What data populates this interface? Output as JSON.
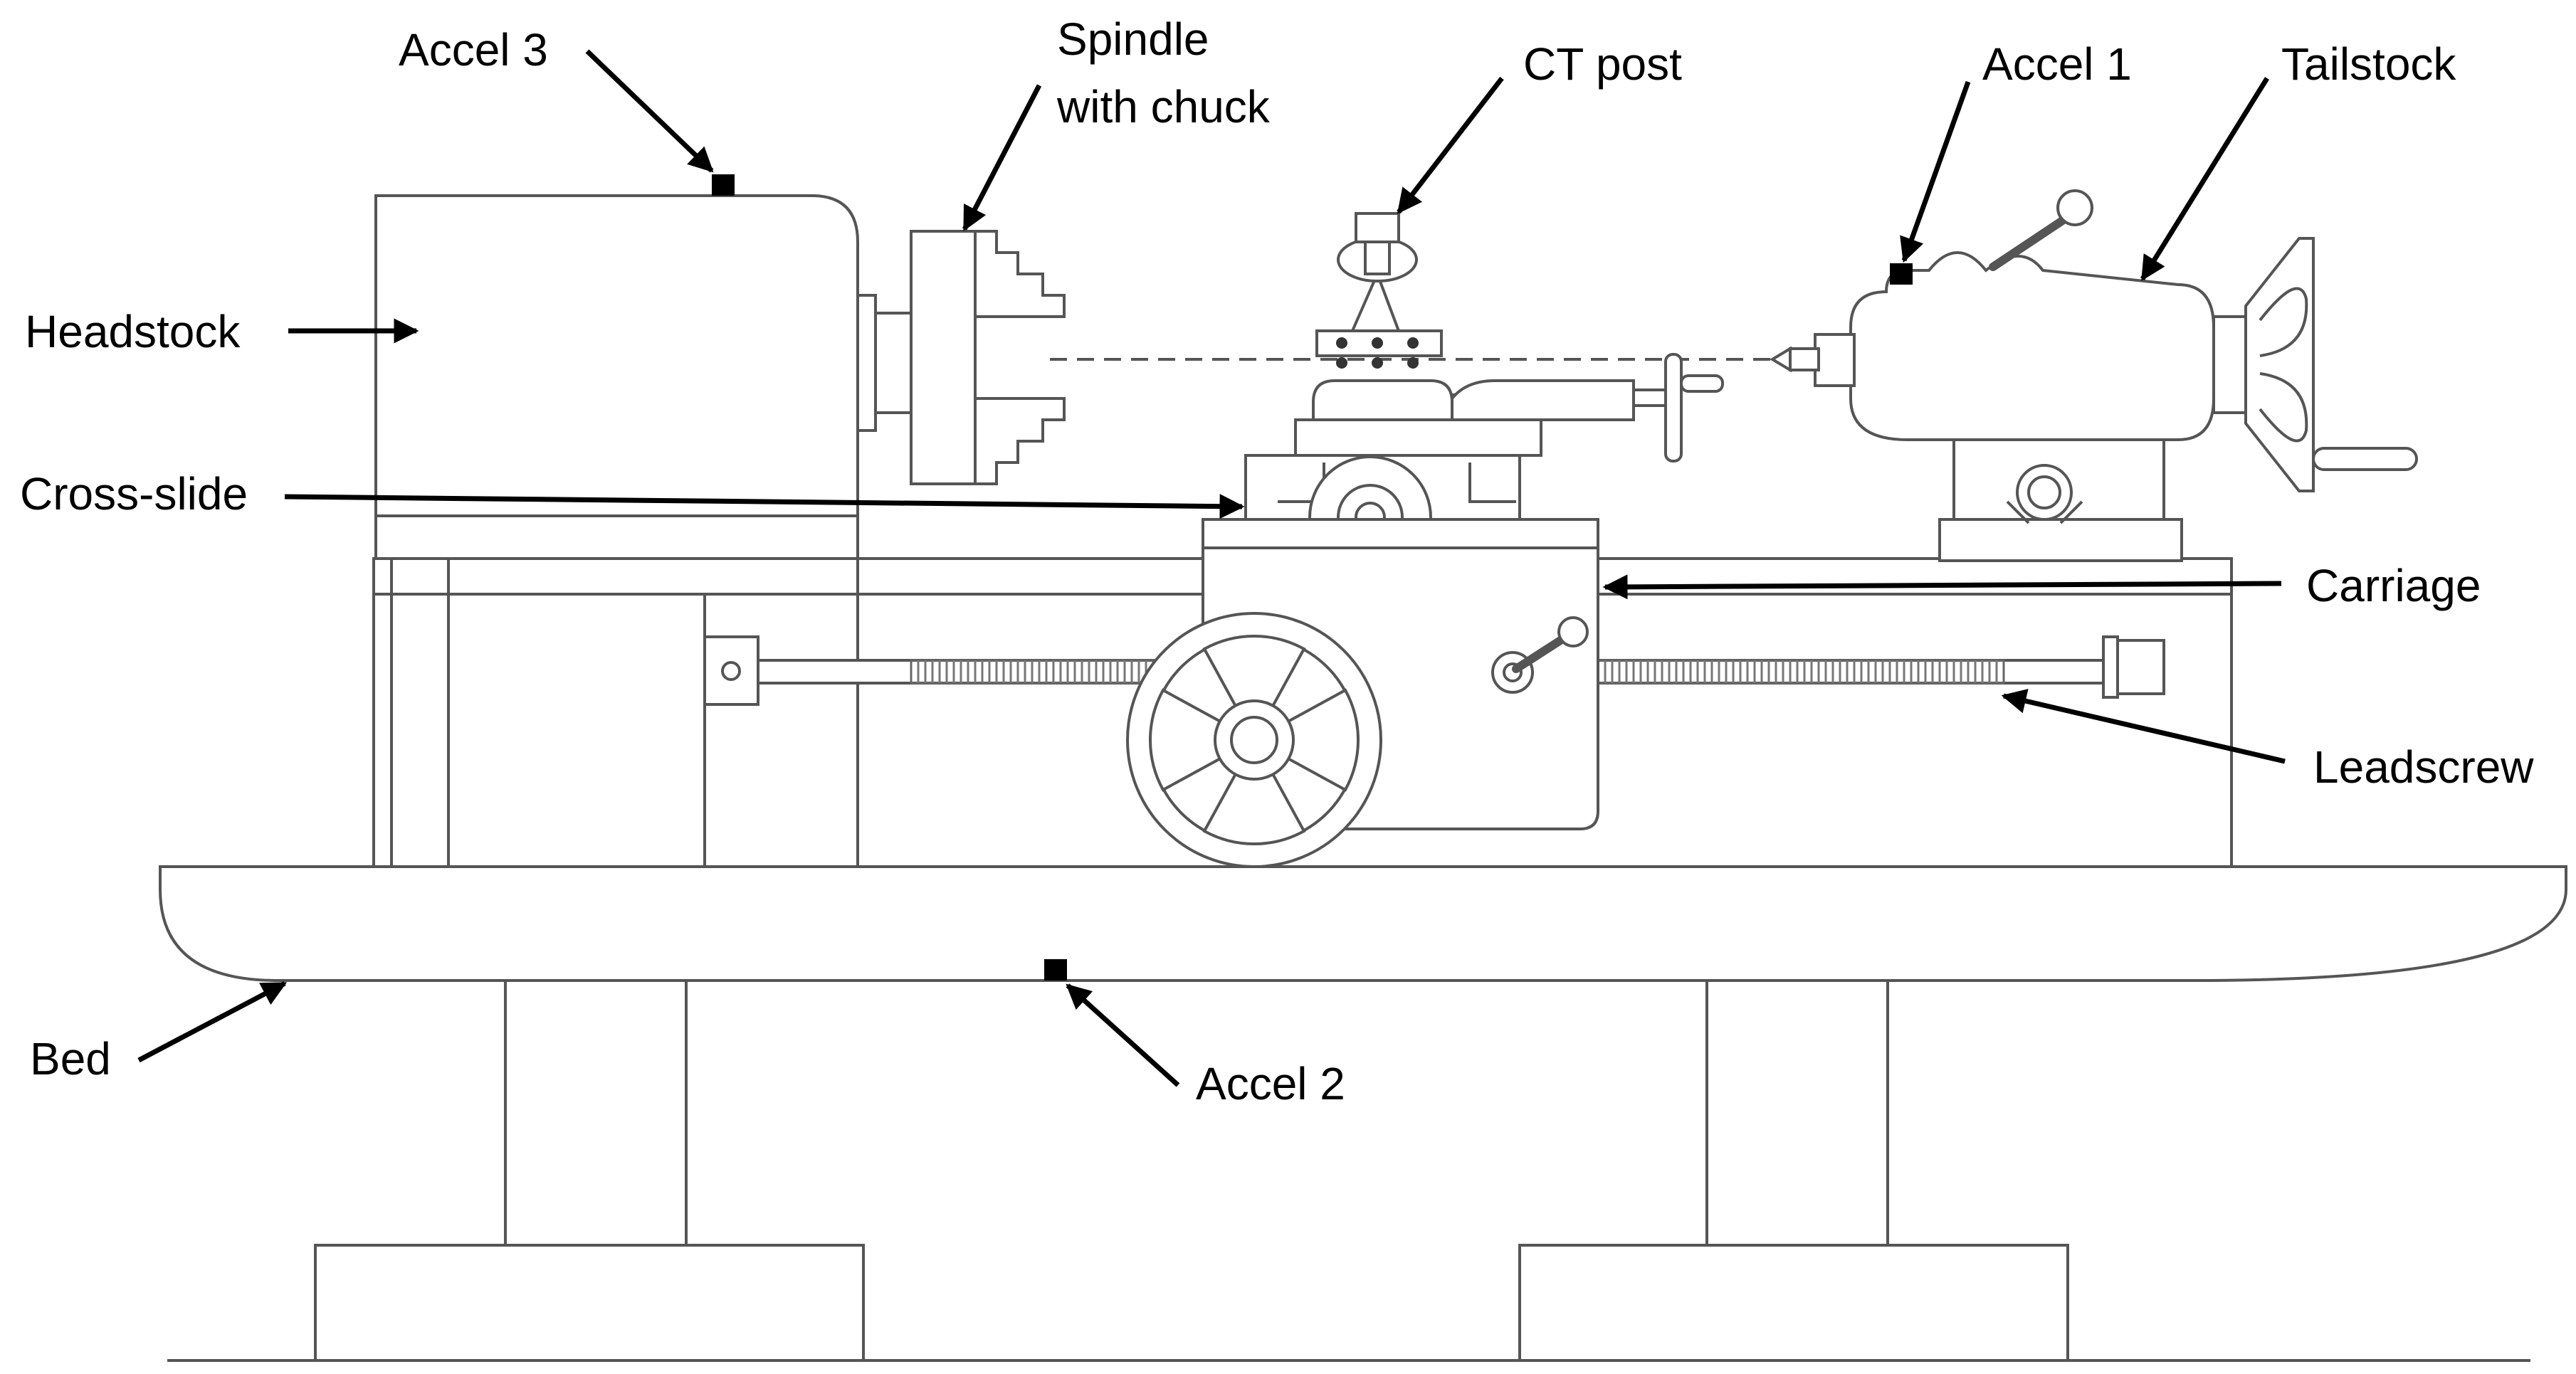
{
  "labels": {
    "accel3": "Accel 3",
    "spindle_line1": "Spindle",
    "spindle_line2": "with chuck",
    "ct_post": "CT post",
    "accel1": "Accel 1",
    "tailstock": "Tailstock",
    "headstock": "Headstock",
    "cross_slide": "Cross-slide",
    "carriage": "Carriage",
    "leadscrew": "Leadscrew",
    "bed": "Bed",
    "accel2": "Accel 2"
  },
  "colors": {
    "outline": "#555555",
    "arrow": "#000000",
    "sensor": "#000000",
    "background": "#ffffff"
  }
}
